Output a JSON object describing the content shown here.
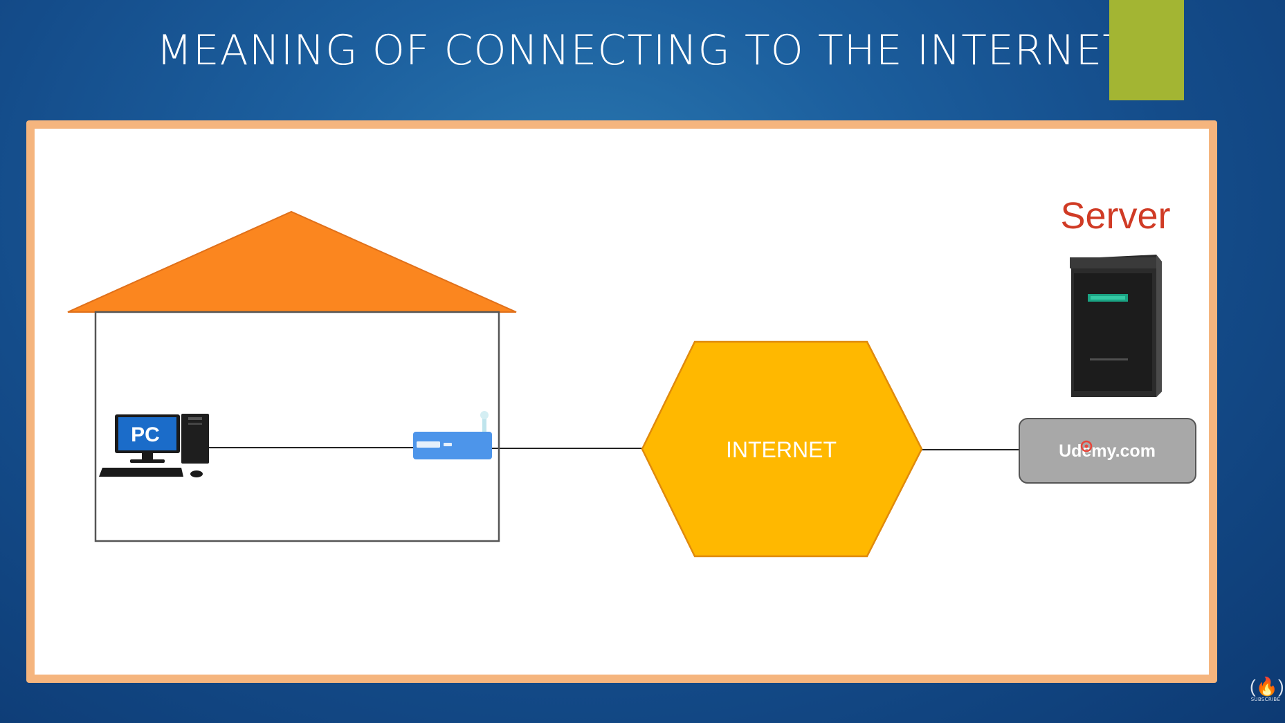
{
  "slide": {
    "title": "MEANING OF CONNECTING TO THE INTERNET"
  },
  "diagram": {
    "pc_label": "PC",
    "internet_label": "INTERNET",
    "server_label": "Server",
    "domain_label": "Udemy.com",
    "colors": {
      "roof": "#fb861f",
      "hexagon_fill": "#ffb800",
      "hexagon_stroke": "#e08a0c",
      "server_text": "#d03b25",
      "domain_box": "#a8a8a8",
      "router": "#4d95ea",
      "frame": "#f5b57e",
      "accent": "#a3b533"
    },
    "icons": [
      "house-icon",
      "computer-icon",
      "router-icon",
      "server-tower-icon"
    ]
  },
  "badge": {
    "text": "SUBSCRIBE"
  }
}
